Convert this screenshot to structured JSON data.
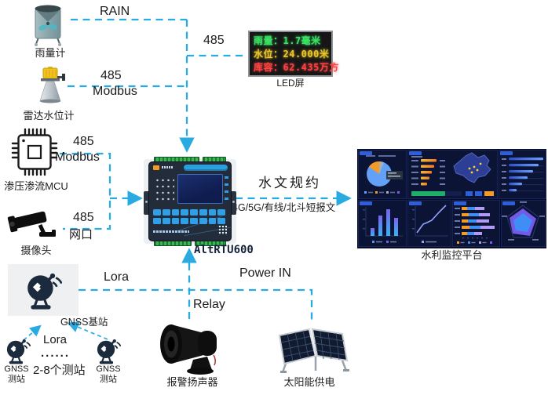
{
  "colors": {
    "wire": "#29ABE2",
    "label": "#1a1a1a",
    "rtu_label": "#15223d",
    "led_rain": "#3ae262",
    "led_level": "#e9c42c",
    "led_capacity": "#ff4242"
  },
  "devices": {
    "rain_gauge": {
      "label": "雨量计"
    },
    "radar_level": {
      "label": "雷达水位计"
    },
    "seepage_mcu": {
      "label": "渗压渗流MCU"
    },
    "camera": {
      "label": "摄像头"
    },
    "gnss_base": {
      "label": "GNSS基站"
    },
    "gnss_station_left": {
      "line1": "GNSS",
      "line2": "测站"
    },
    "gnss_station_right": {
      "line1": "GNSS",
      "line2": "测站"
    },
    "station_group": {
      "dots": "......",
      "label": "2-8个测站"
    },
    "alarm_speaker": {
      "label": "报警扬声器"
    },
    "solar": {
      "label": "太阳能供电"
    },
    "rtu": {
      "label": "AltRTU600"
    },
    "platform": {
      "label": "水利监控平台"
    },
    "led_screen": {
      "label": "LED屏"
    }
  },
  "led": {
    "rows": [
      {
        "text": "雨量：1.7毫米",
        "color": "#3ae262"
      },
      {
        "text": "水位：24.000米",
        "color": "#e9c42c"
      },
      {
        "text": "库容：62.435万方",
        "color": "#ff4242"
      }
    ]
  },
  "links": {
    "rain": "RAIN",
    "led_485": "485",
    "radar_485": "485",
    "radar_modbus": "Modbus",
    "mcu_485": "485",
    "mcu_modbus": "Modbus",
    "camera_485": "485",
    "camera_port": "网口",
    "protocol": "水文规约",
    "bearer": "4G/5G/有线/北斗短报文",
    "lora_main": "Lora",
    "lora_sub": "Lora",
    "relay": "Relay",
    "power_in": "Power IN"
  }
}
